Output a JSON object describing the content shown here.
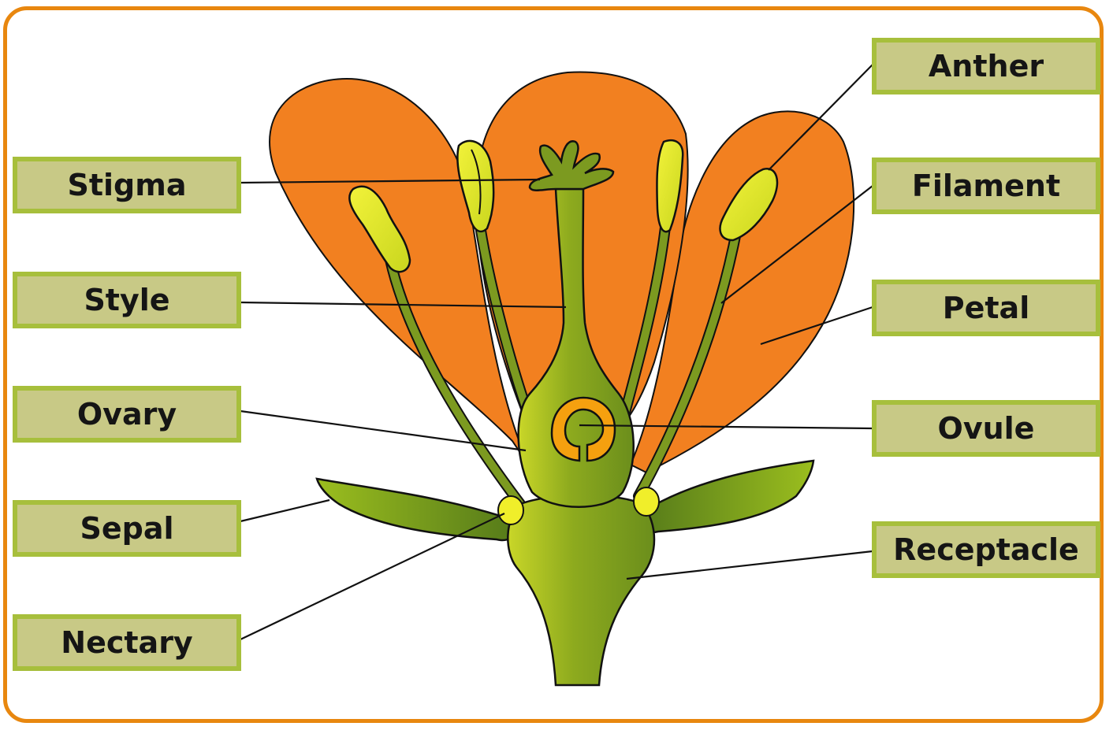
{
  "labels": {
    "stigma": "Stigma",
    "style": "Style",
    "ovary": "Ovary",
    "sepal": "Sepal",
    "nectary": "Nectary",
    "anther": "Anther",
    "filament": "Filament",
    "petal": "Petal",
    "ovule": "Ovule",
    "receptacle": "Receptacle"
  },
  "colors": {
    "frame": "#E8870F",
    "petal": "#F28020",
    "stem_green": "#8DAA1E",
    "anther_yellow": "#E6E626",
    "ovule_orange": "#F5A00F",
    "label_fill": "#C8C986",
    "label_border": "#A7BF3C"
  }
}
